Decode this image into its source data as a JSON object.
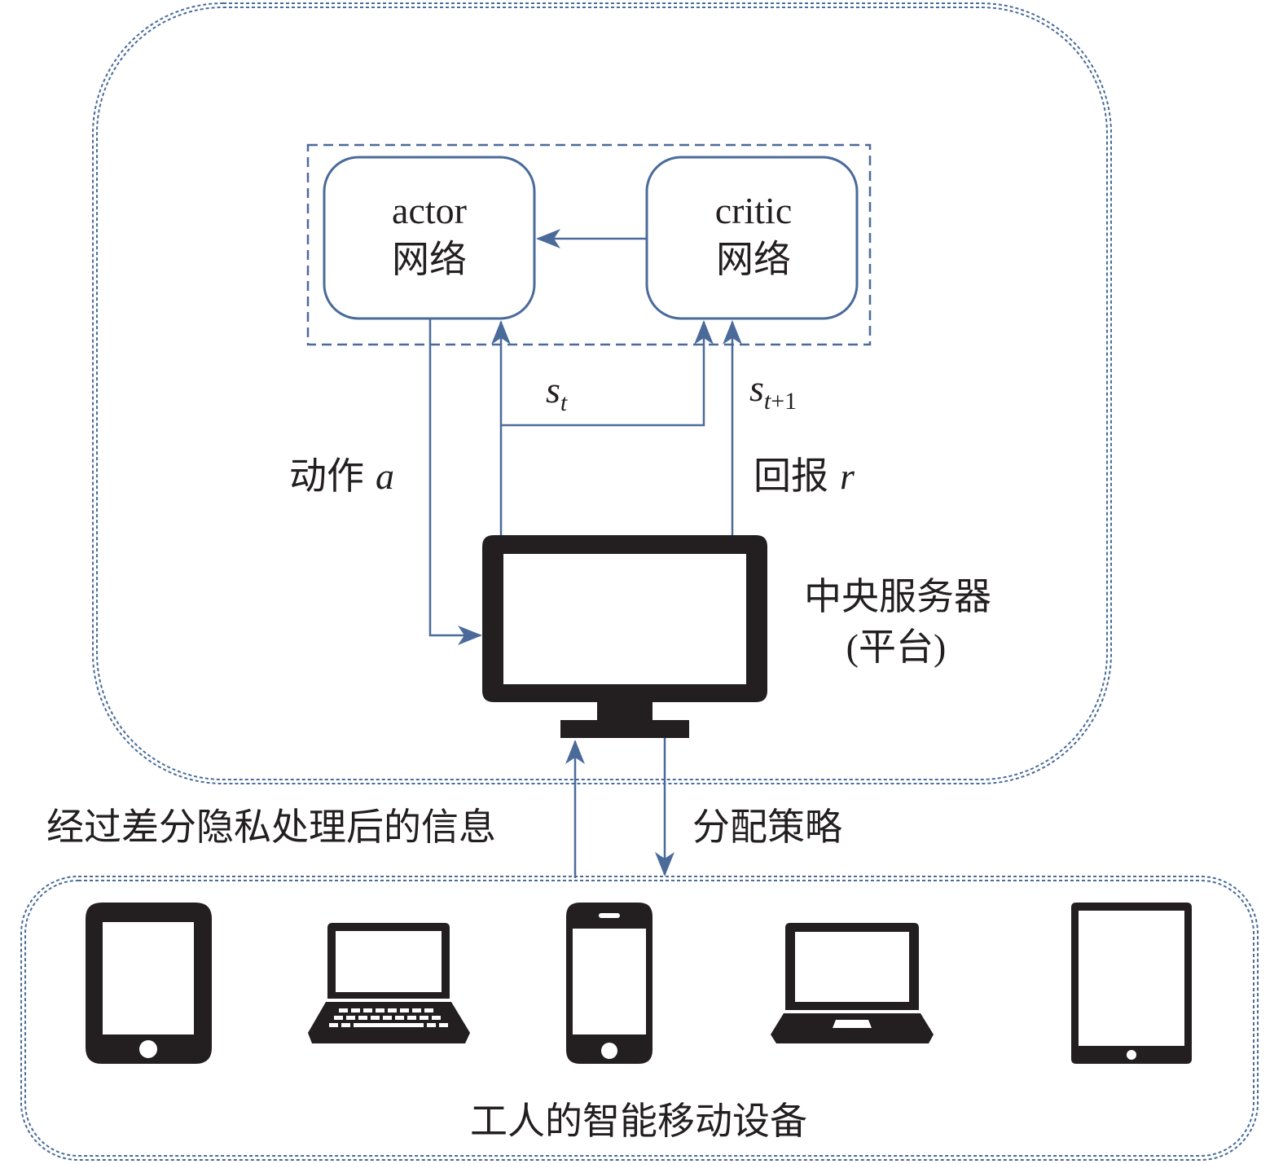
{
  "diagram": {
    "actor_box": {
      "line1": "actor",
      "line2": "网络"
    },
    "critic_box": {
      "line1": "critic",
      "line2": "网络"
    },
    "state_label": {
      "base": "s",
      "sub": "t"
    },
    "next_state_label": {
      "base": "s",
      "sub_var": "t",
      "sub_rest": "+1"
    },
    "action_label": {
      "text": "动作",
      "var": "a"
    },
    "reward_label": {
      "text": "回报",
      "var": "r"
    },
    "server_label": {
      "line1": "中央服务器",
      "line2": "(平台)"
    },
    "upload_label": "经过差分隐私处理后的信息",
    "download_label": "分配策略",
    "devices_label": "工人的智能移动设备",
    "devices": [
      {
        "icon": "tablet-icon"
      },
      {
        "icon": "laptop-icon"
      },
      {
        "icon": "smartphone-icon"
      },
      {
        "icon": "laptop-icon"
      },
      {
        "icon": "tablet-icon"
      }
    ],
    "colors": {
      "arrow": "#4a6b9a",
      "box_border": "#4a6b9a",
      "icon_fill": "#231f20",
      "text": "#231f20"
    }
  }
}
